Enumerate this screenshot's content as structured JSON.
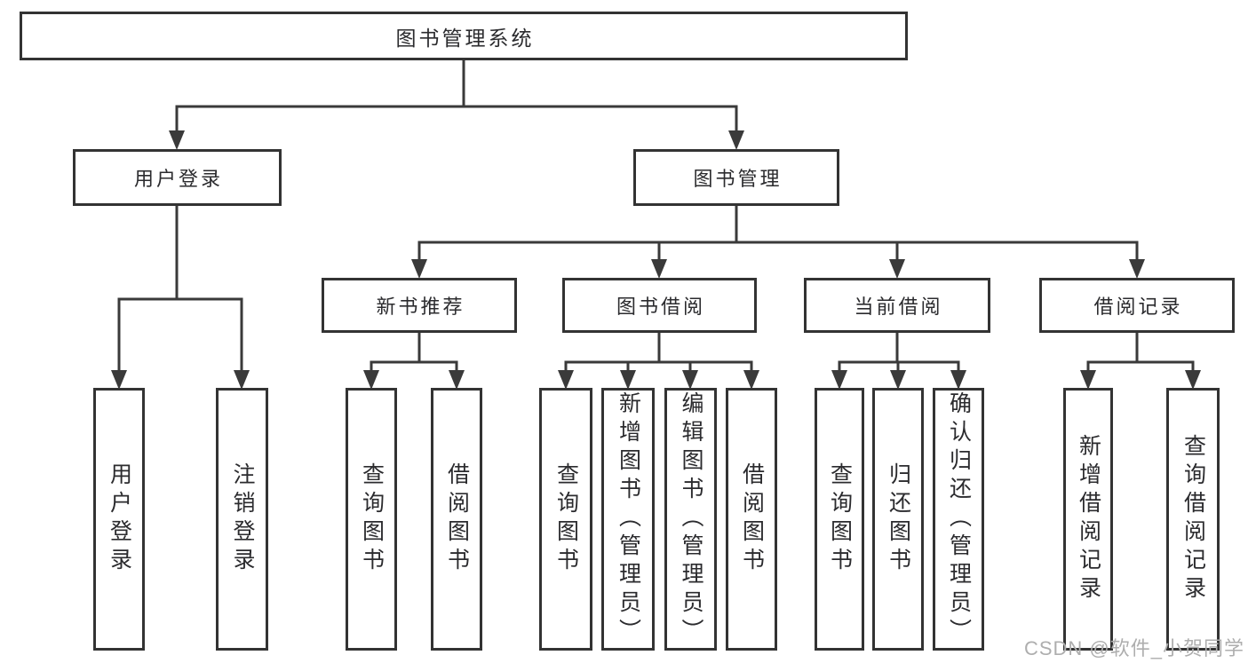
{
  "tree": {
    "root": {
      "label": "图书管理系统"
    },
    "branches": [
      {
        "label": "用户登录",
        "children": [
          {
            "label": "用户登录"
          },
          {
            "label": "注销登录"
          }
        ]
      },
      {
        "label": "图书管理",
        "children": [
          {
            "label": "新书推荐",
            "children": [
              {
                "label": "查询图书"
              },
              {
                "label": "借阅图书"
              }
            ]
          },
          {
            "label": "图书借阅",
            "children": [
              {
                "label": "查询图书"
              },
              {
                "label": "新增图书（管理员）"
              },
              {
                "label": "编辑图书（管理员）"
              },
              {
                "label": "借阅图书"
              }
            ]
          },
          {
            "label": "当前借阅",
            "children": [
              {
                "label": "查询图书"
              },
              {
                "label": "归还图书"
              },
              {
                "label": "确认归还（管理员）"
              }
            ]
          },
          {
            "label": "借阅记录",
            "children": [
              {
                "label": "新增借阅记录"
              },
              {
                "label": "查询借阅记录"
              }
            ]
          }
        ]
      }
    ]
  },
  "watermark": {
    "text": "CSDN @软件_小贺同学"
  },
  "colors": {
    "line": "#3a3a3a",
    "box_border": "#333333",
    "text": "#2b2b2e",
    "watermark": "#aeaeae",
    "background": "#ffffff"
  }
}
